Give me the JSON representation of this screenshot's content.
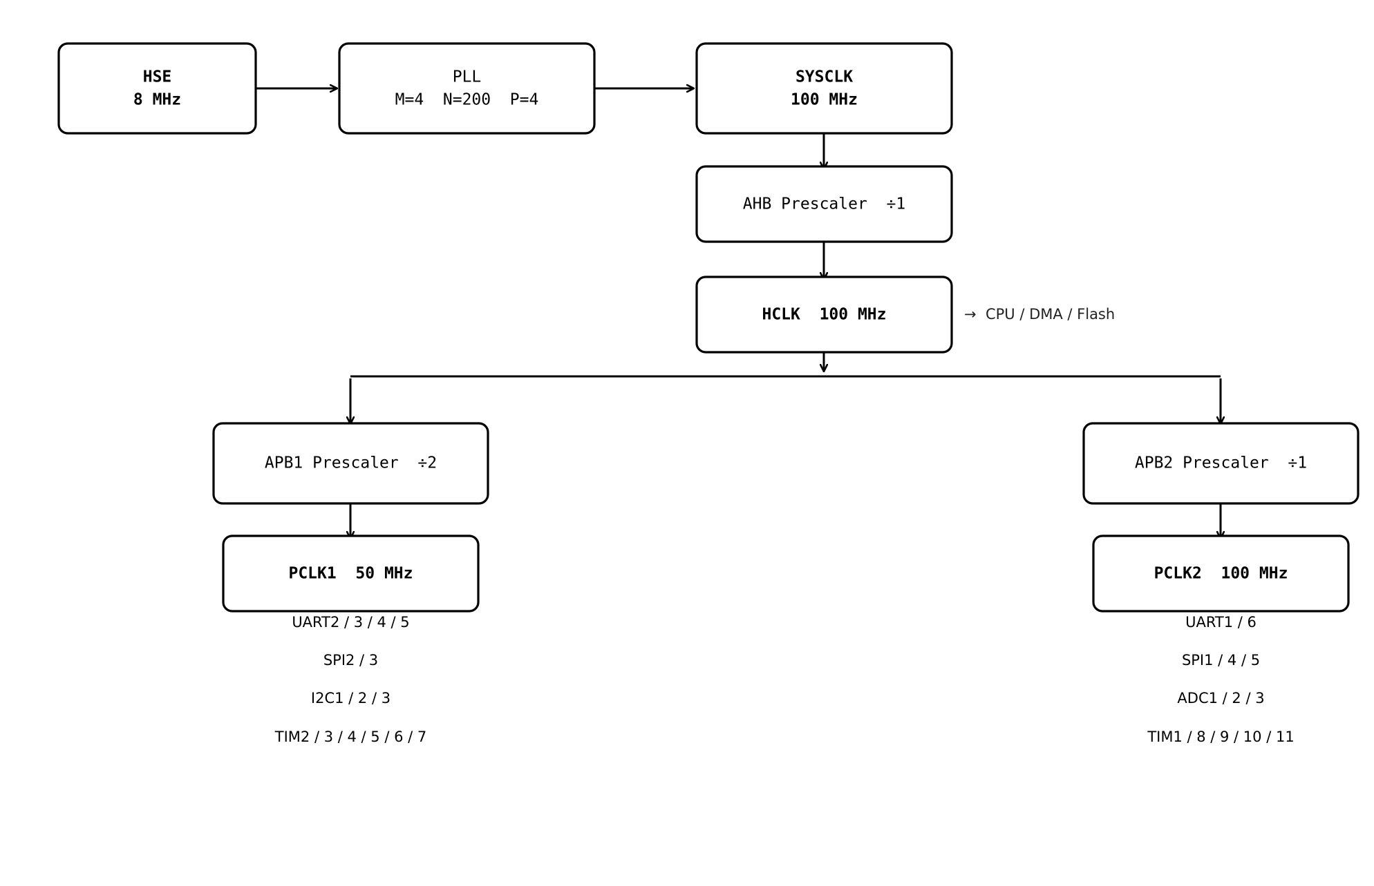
{
  "nodes": {
    "hse": {
      "line1": "HSE",
      "line2": "8 MHz"
    },
    "pll": {
      "line1": "PLL",
      "line2": "M=4  N=200  P=4"
    },
    "sysclk": {
      "line1": "SYSCLK",
      "line2": "100 MHz"
    },
    "ahb": {
      "label": "AHB Prescaler  ÷1"
    },
    "hclk": {
      "label": "HCLK  100 MHz"
    },
    "apb1": {
      "label": "APB1 Prescaler  ÷2"
    },
    "pclk1": {
      "label": "PCLK1  50 MHz"
    },
    "apb2": {
      "label": "APB2 Prescaler  ÷1"
    },
    "pclk2": {
      "label": "PCLK2  100 MHz"
    }
  },
  "hclk_note": "→  CPU / DMA / Flash",
  "pclk1_peripherals": [
    "UART2 / 3 / 4 / 5",
    "SPI2 / 3",
    "I2C1 / 2 / 3",
    "TIM2 / 3 / 4 / 5 / 6 / 7"
  ],
  "pclk2_peripherals": [
    "UART1 / 6",
    "SPI1 / 4 / 5",
    "ADC1 / 2 / 3",
    "TIM1 / 8 / 9 / 10 / 11"
  ]
}
